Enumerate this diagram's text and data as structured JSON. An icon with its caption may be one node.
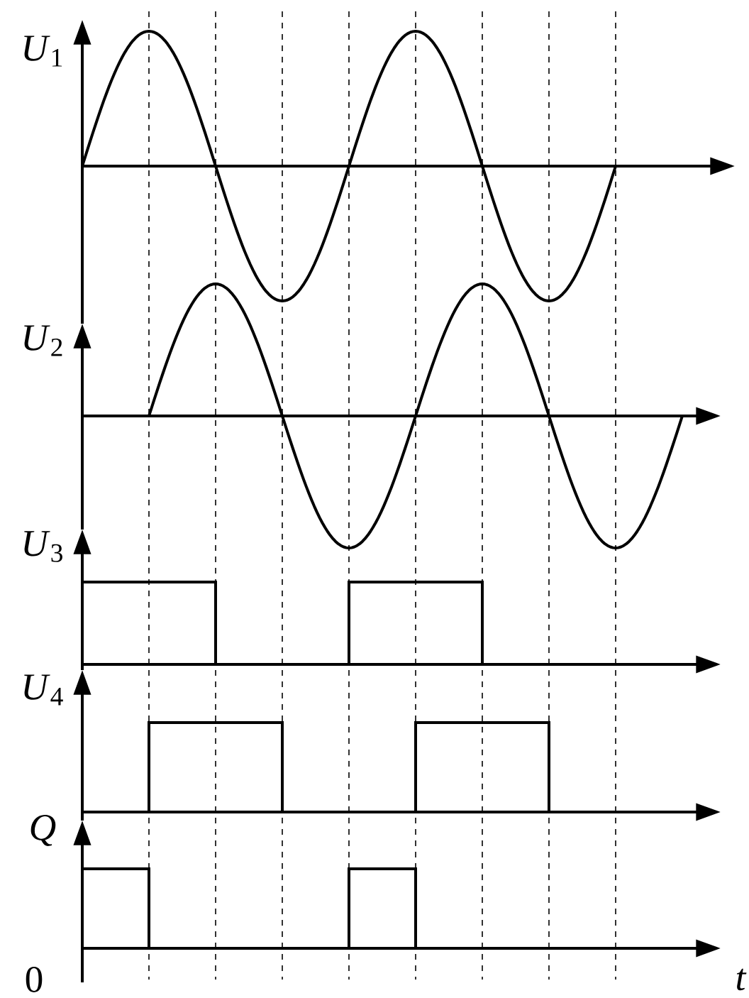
{
  "diagram": {
    "labels": [
      "*U*$_{1}$",
      "*U*$_{2}$",
      "*U*$_{3}$",
      "*U*$_{4}$",
      "Q",
      "0",
      "t"
    ]
  }
}
